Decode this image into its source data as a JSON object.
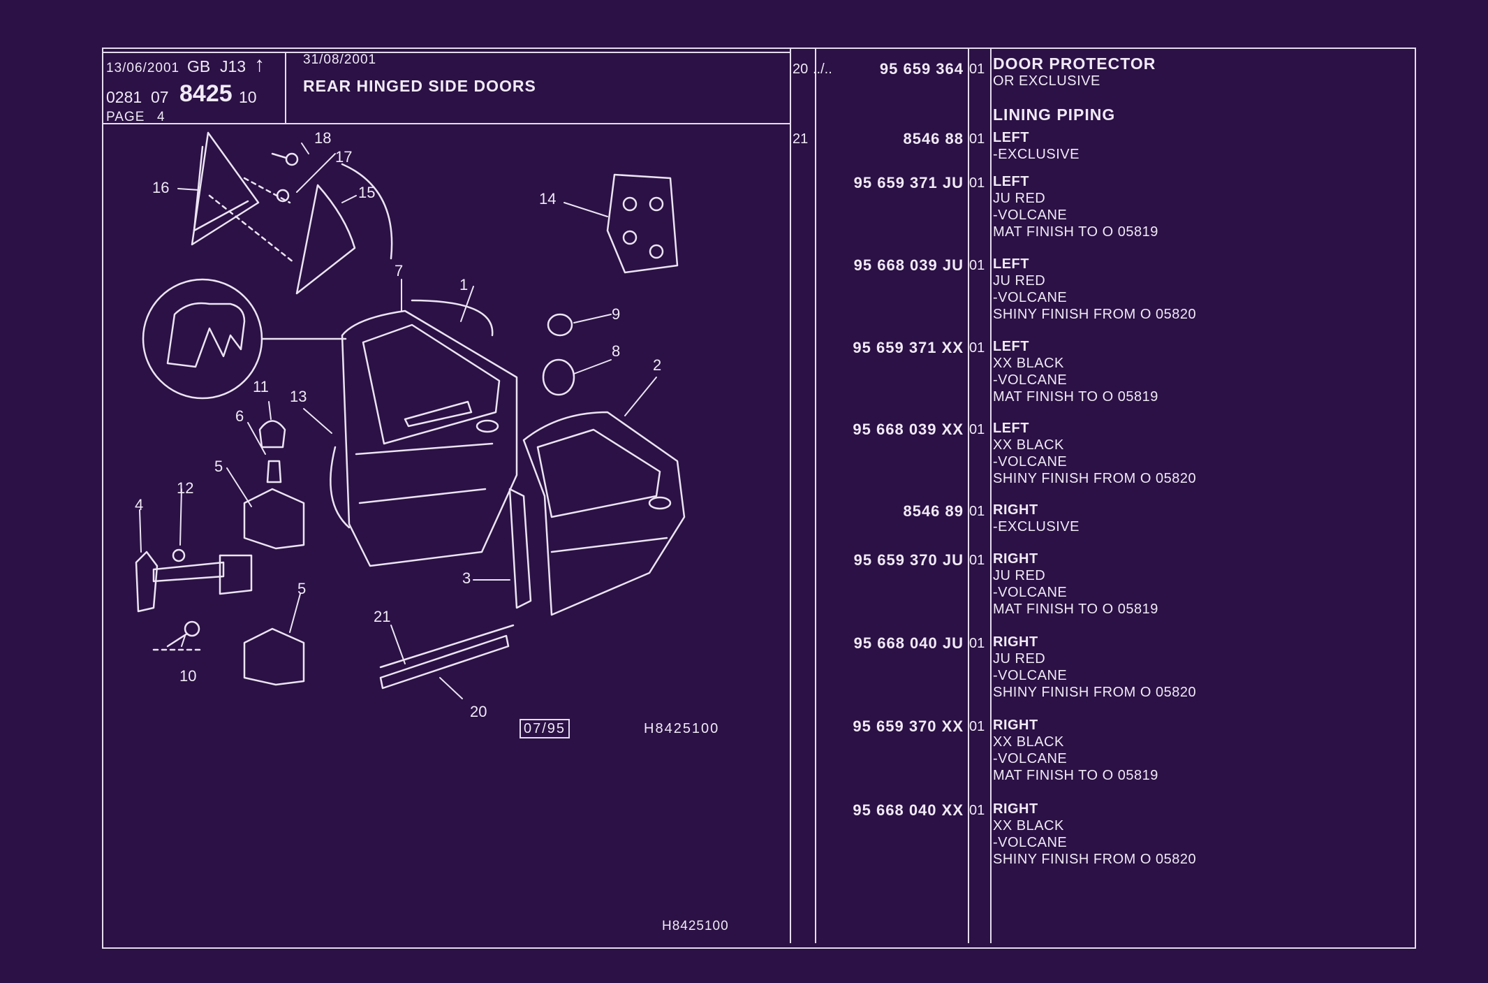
{
  "header": {
    "date1": "13/06/2001",
    "catalog": "GB",
    "code": "J13",
    "ref_prefix": "0281",
    "ref_group": "07",
    "ref_main": "8425",
    "ref_suffix": "10",
    "page": "PAGE",
    "page_no": "4",
    "date2": "31/08/2001",
    "title": "REAR HINGED SIDE DOORS"
  },
  "diagram": {
    "drawing_code": "H8425100",
    "date_box": "07/95",
    "footer_code": "H8425100",
    "callouts": [
      "18",
      "17",
      "16",
      "15",
      "14",
      "7",
      "1",
      "9",
      "8",
      "2",
      "11",
      "13",
      "6",
      "5",
      "12",
      "4",
      "3",
      "5",
      "21",
      "10",
      "20"
    ]
  },
  "parts": [
    {
      "ref": "20",
      "cont": "../..",
      "pn": "95 659 364",
      "qty": "01",
      "lines": [
        {
          "text": "DOOR PROTECTOR",
          "bold": true
        },
        {
          "text": "OR EXCLUSIVE",
          "bold": false
        }
      ]
    },
    {
      "ref": "21",
      "cont": "",
      "pn": "8546 88",
      "qty": "01",
      "head": "LINING PIPING",
      "lines": [
        {
          "text": "LEFT",
          "bold": true
        },
        {
          "text": "-EXCLUSIVE",
          "bold": false
        }
      ]
    },
    {
      "ref": "",
      "cont": "",
      "pn": "95 659 371 JU",
      "qty": "01",
      "lines": [
        {
          "text": "LEFT",
          "bold": true
        },
        {
          "text": "JU RED",
          "bold": false
        },
        {
          "text": "-VOLCANE",
          "bold": false
        },
        {
          "text": "MAT FINISH TO  O  05819",
          "bold": false
        }
      ]
    },
    {
      "ref": "",
      "cont": "",
      "pn": "95 668 039 JU",
      "qty": "01",
      "lines": [
        {
          "text": "LEFT",
          "bold": true
        },
        {
          "text": "JU RED",
          "bold": false
        },
        {
          "text": "-VOLCANE",
          "bold": false
        },
        {
          "text": "SHINY FINISH FROM  O  05820",
          "bold": false
        }
      ]
    },
    {
      "ref": "",
      "cont": "",
      "pn": "95 659 371 XX",
      "qty": "01",
      "lines": [
        {
          "text": "LEFT",
          "bold": true
        },
        {
          "text": "XX BLACK",
          "bold": false
        },
        {
          "text": "-VOLCANE",
          "bold": false
        },
        {
          "text": "MAT FINISH TO  O  05819",
          "bold": false
        }
      ]
    },
    {
      "ref": "",
      "cont": "",
      "pn": "95 668 039 XX",
      "qty": "01",
      "lines": [
        {
          "text": "LEFT",
          "bold": true
        },
        {
          "text": "XX BLACK",
          "bold": false
        },
        {
          "text": "-VOLCANE",
          "bold": false
        },
        {
          "text": "SHINY FINISH FROM  O  05820",
          "bold": false
        }
      ]
    },
    {
      "ref": "",
      "cont": "",
      "pn": "8546 89",
      "qty": "01",
      "lines": [
        {
          "text": "RIGHT",
          "bold": true
        },
        {
          "text": "-EXCLUSIVE",
          "bold": false
        }
      ]
    },
    {
      "ref": "",
      "cont": "",
      "pn": "95 659 370 JU",
      "qty": "01",
      "lines": [
        {
          "text": "RIGHT",
          "bold": true
        },
        {
          "text": "JU RED",
          "bold": false
        },
        {
          "text": "-VOLCANE",
          "bold": false
        },
        {
          "text": "MAT FINISH TO  O  05819",
          "bold": false
        }
      ]
    },
    {
      "ref": "",
      "cont": "",
      "pn": "95 668 040 JU",
      "qty": "01",
      "lines": [
        {
          "text": "RIGHT",
          "bold": true
        },
        {
          "text": "JU RED",
          "bold": false
        },
        {
          "text": "-VOLCANE",
          "bold": false
        },
        {
          "text": "SHINY FINISH FROM  O  05820",
          "bold": false
        }
      ]
    },
    {
      "ref": "",
      "cont": "",
      "pn": "95 659 370 XX",
      "qty": "01",
      "lines": [
        {
          "text": "RIGHT",
          "bold": true
        },
        {
          "text": "XX BLACK",
          "bold": false
        },
        {
          "text": "-VOLCANE",
          "bold": false
        },
        {
          "text": "MAT FINISH TO  O  05819",
          "bold": false
        }
      ]
    },
    {
      "ref": "",
      "cont": "",
      "pn": "95 668 040 XX",
      "qty": "01",
      "lines": [
        {
          "text": "RIGHT",
          "bold": true
        },
        {
          "text": "XX BLACK",
          "bold": false
        },
        {
          "text": "-VOLCANE",
          "bold": false
        },
        {
          "text": "SHINY FINISH FROM  O  05820",
          "bold": false
        }
      ]
    }
  ]
}
